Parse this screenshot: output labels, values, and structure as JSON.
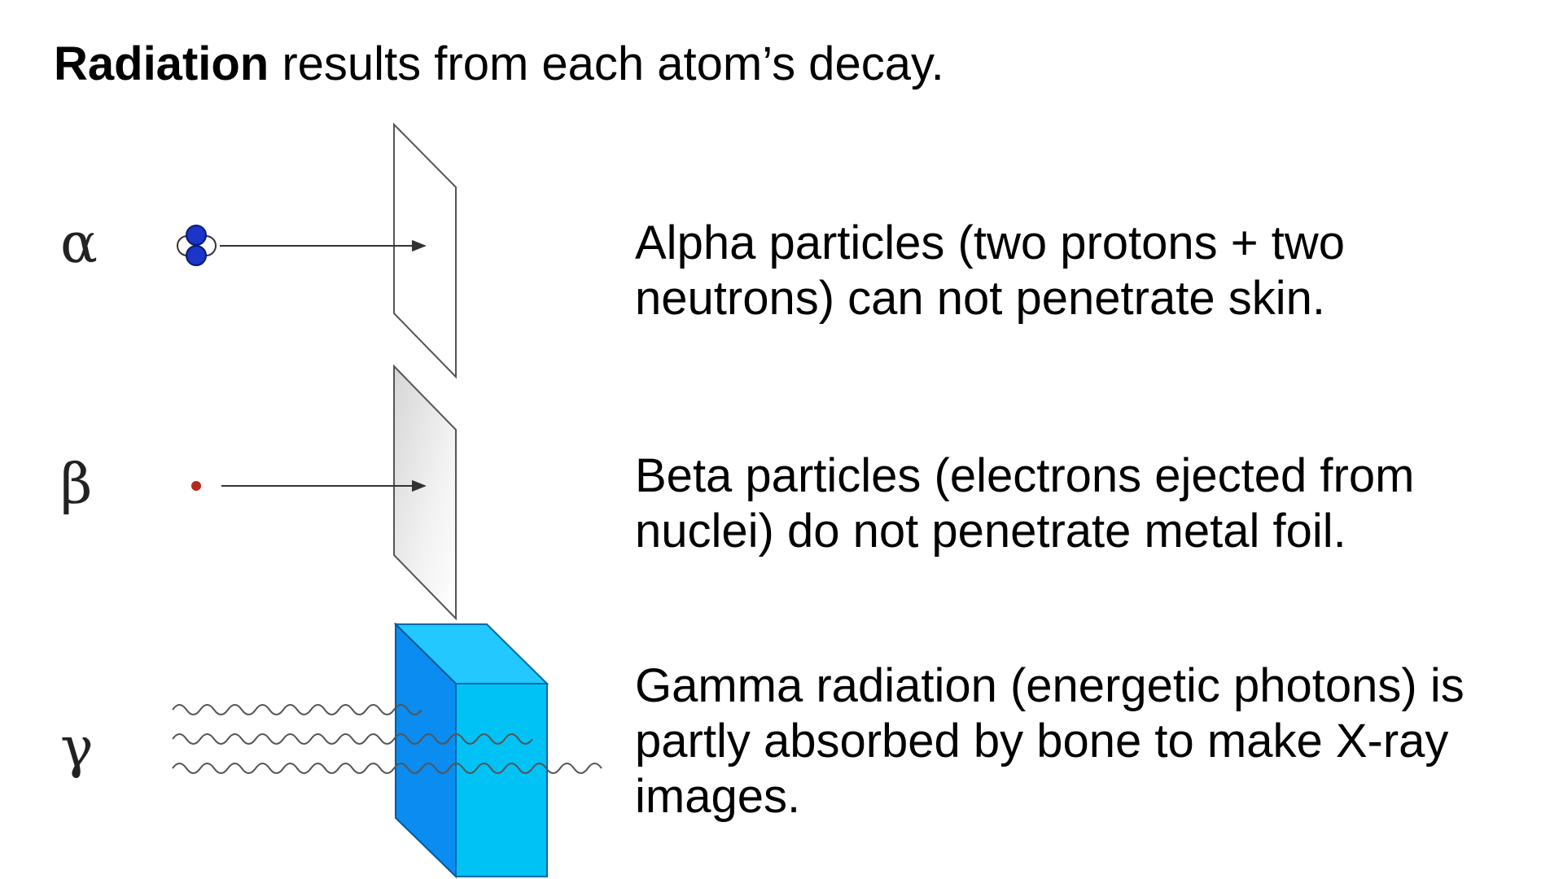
{
  "title": {
    "bold": "Radiation",
    "rest": " results from each atom’s decay."
  },
  "rows": [
    {
      "symbol": "α",
      "text": "Alpha particles (two protons + two\nneutrons) can not penetrate skin."
    },
    {
      "symbol": "β",
      "text": "Beta particles (electrons ejected from\nnuclei) do not penetrate metal foil."
    },
    {
      "symbol": "γ",
      "text": "Gamma radiation (energetic photons) is\npartly absorbed by bone to make X-ray\nimages."
    }
  ],
  "colors": {
    "neutron": "#ffffff",
    "proton": "#1a35c8",
    "electron": "#b32a1e",
    "block_front": "#0a8cf0",
    "block_side": "#00c2f5",
    "block_top": "#22c8ff",
    "plate_stroke": "#555555",
    "wave": "#555555"
  }
}
